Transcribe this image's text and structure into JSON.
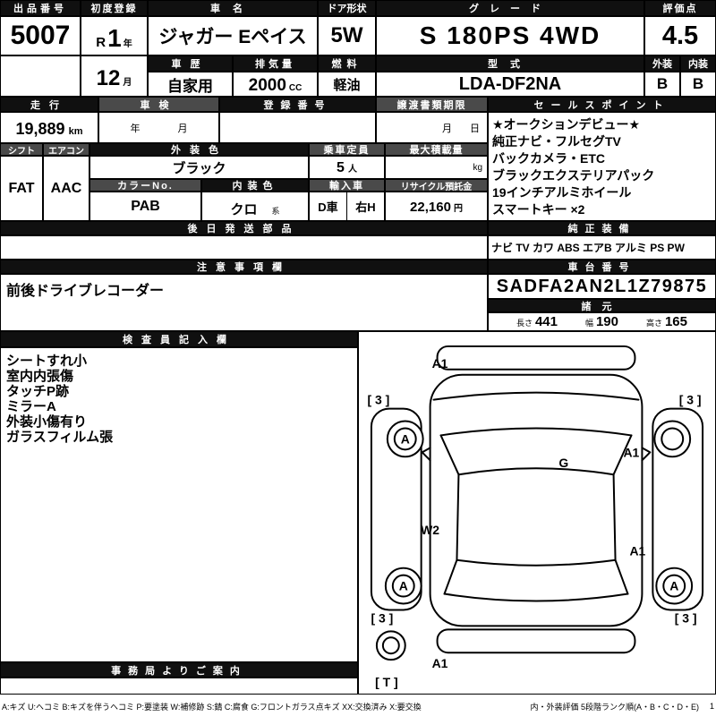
{
  "top": {
    "auction_no_label": "出品番号",
    "auction_no": "5007",
    "first_reg_label": "初度登録",
    "era": "R",
    "reg_year": "1",
    "year_unit": "年",
    "reg_month": "12",
    "month_unit": "月",
    "car_name_label": "車名",
    "car_name": "ジャガー Eペイス",
    "door_label": "ドア形状",
    "door": "5W",
    "grade_label": "グレード",
    "grade": "S 180PS 4WD",
    "score_label": "評価点",
    "score": "4.5",
    "history_label": "車歴",
    "history": "自家用",
    "displacement_label": "排気量",
    "displacement": "2000",
    "displacement_unit": "CC",
    "fuel_label": "燃料",
    "fuel": "軽油",
    "model_label": "型式",
    "model_code": "LDA-DF2NA",
    "exterior_label": "外装",
    "interior_label": "内装",
    "exterior_grade": "B",
    "interior_grade": "B"
  },
  "mileage": {
    "label": "走行",
    "value": "19,889",
    "unit": "km"
  },
  "shaken": {
    "label": "車検",
    "year_unit": "年",
    "month_unit": "月"
  },
  "registration": {
    "label": "登録番号",
    "value": ""
  },
  "transfer": {
    "label": "譲渡書類期限",
    "month_unit": "月",
    "day_unit": "日"
  },
  "sales_points": {
    "label": "セールスポイント",
    "lines": [
      "★オークションデビュー★",
      "純正ナビ・フルセグTV",
      "バックカメラ・ETC",
      "ブラックエクステリアパック",
      "19インチアルミホイール",
      "スマートキー ×2"
    ]
  },
  "spec_row": {
    "shift_label": "シフト",
    "shift": "FAT",
    "aircon_label": "エアコン",
    "aircon": "AAC",
    "ext_color_label": "外装色",
    "ext_color": "ブラック",
    "capacity_label": "乗車定員",
    "capacity": "5",
    "capacity_unit": "人",
    "max_load_label": "最大積載量",
    "max_load_unit": "kg",
    "color_no_label": "カラーNo.",
    "color_no": "PAB",
    "int_color_label": "内装色",
    "int_color": "クロ",
    "int_color_suffix": "系",
    "import_label": "輸入車",
    "import_type": "D車",
    "handle": "右H",
    "recycle_label": "リサイクル預託金",
    "recycle_value": "22,160",
    "recycle_unit": "円"
  },
  "later_parts": {
    "label": "後日発送部品",
    "value": ""
  },
  "equipment": {
    "label": "純正装備",
    "value": "ナビ TV カワ ABS エアB アルミ PS PW"
  },
  "notes": {
    "label": "注意事項欄",
    "value": "前後ドライブレコーダー"
  },
  "chassis": {
    "label": "車台番号",
    "value": "SADFA2AN2L1Z79875"
  },
  "dimensions": {
    "label": "諸元",
    "length_label": "長さ",
    "length": "441",
    "width_label": "幅",
    "width": "190",
    "height_label": "高さ",
    "height": "165"
  },
  "inspector": {
    "label": "検査員記入欄",
    "lines": [
      "シートすれ小",
      "室内内張傷",
      "タッチP跡",
      "ミラーA",
      "外装小傷有り",
      "ガラスフィルム張"
    ]
  },
  "office": {
    "label": "事務局よりご案内"
  },
  "diagram": {
    "front_bumper": "A1",
    "front_left_corner": "[ 3 ]",
    "front_right_corner": "[ 3 ]",
    "front_left_wheel": "A",
    "right_front_door": "A1",
    "windshield": "G",
    "left_side": "W2",
    "rear_left_wheel": "A",
    "right_rear_door": "A1",
    "rear_right_wheel": "A",
    "rear_left_corner": "[ 3 ]",
    "rear_right_corner": "[ 3 ]",
    "rear_bumper": "A1",
    "spare_tire": "[ T ]"
  },
  "legend": {
    "left": "A:キズ U:ヘコミ B:キズを伴うヘコミ P:要塗装 W:補修跡 S:錆 C:腐食 G:フロントガラス点キズ XX:交換済み X:要交換",
    "right": "内・外装評価 5段階ランク順(A・B・C・D・E)",
    "page": "1"
  }
}
